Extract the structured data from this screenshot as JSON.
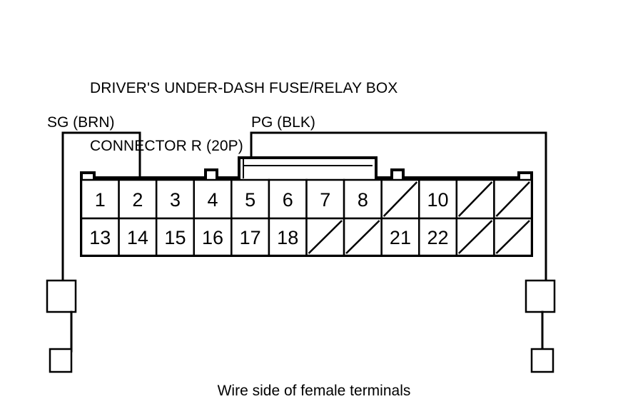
{
  "title": {
    "line1": "DRIVER'S UNDER-DASH FUSE/RELAY BOX",
    "line2": "CONNECTOR R (20P)"
  },
  "caption": "Wire side of female terminals",
  "labels": {
    "left_wire": "SG (BRN)",
    "right_wire": "PG (BLK)"
  },
  "connector": {
    "columns": 12,
    "rows": 2,
    "empty_marker": "diagonal-slash",
    "top_row": [
      "1",
      "2",
      "3",
      "4",
      "5",
      "6",
      "7",
      "8",
      "",
      "10",
      "",
      ""
    ],
    "bottom_row": [
      "13",
      "14",
      "15",
      "16",
      "17",
      "18",
      "",
      "",
      "21",
      "22",
      "",
      ""
    ]
  },
  "colors": {
    "ink": "#000000",
    "paper": "#ffffff"
  }
}
